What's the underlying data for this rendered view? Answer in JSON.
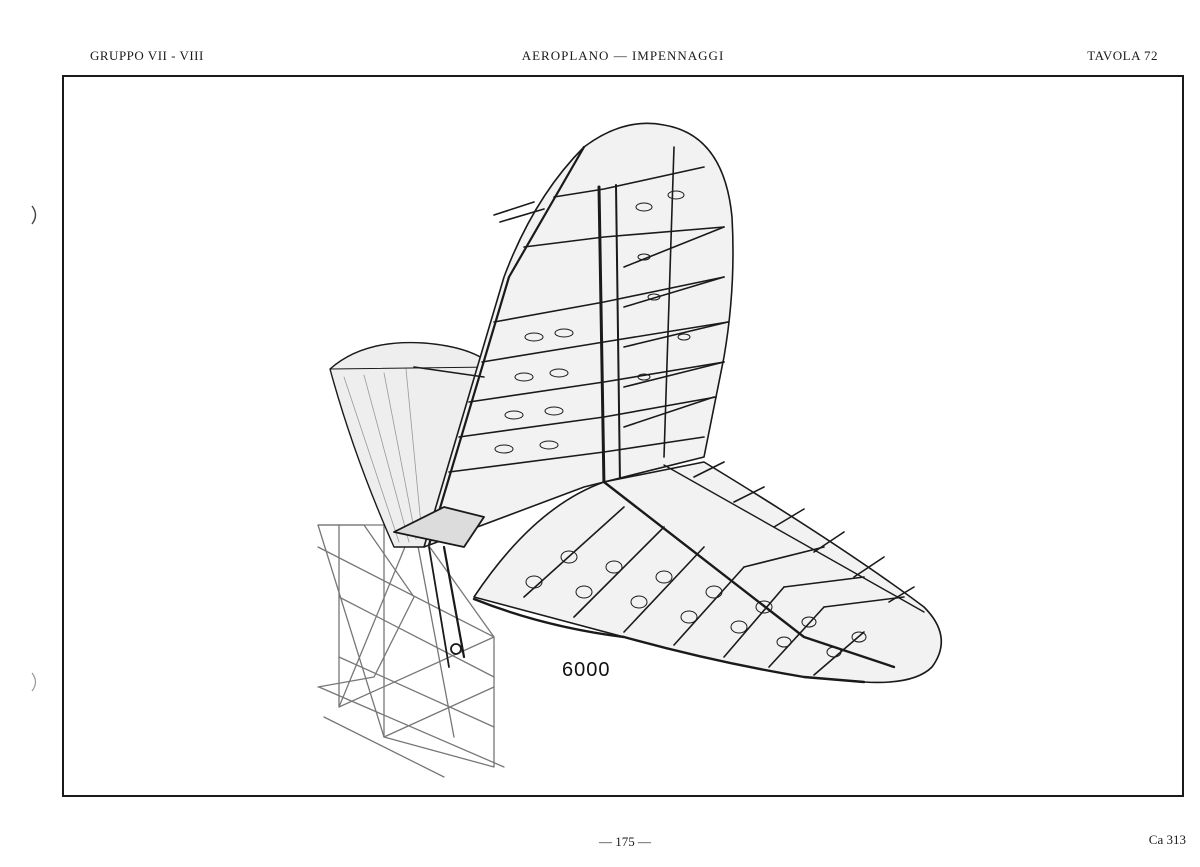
{
  "header": {
    "group": "GRUPPO VII - VIII",
    "title": "AEROPLANO — IMPENNAGGI",
    "plate": "TAVOLA 72"
  },
  "figure": {
    "label": "6000",
    "line_color": "#1a1a1a",
    "structure_fill": "#e9e9e9"
  },
  "footer": {
    "page": "— 175 —",
    "code": "Ca 313"
  }
}
